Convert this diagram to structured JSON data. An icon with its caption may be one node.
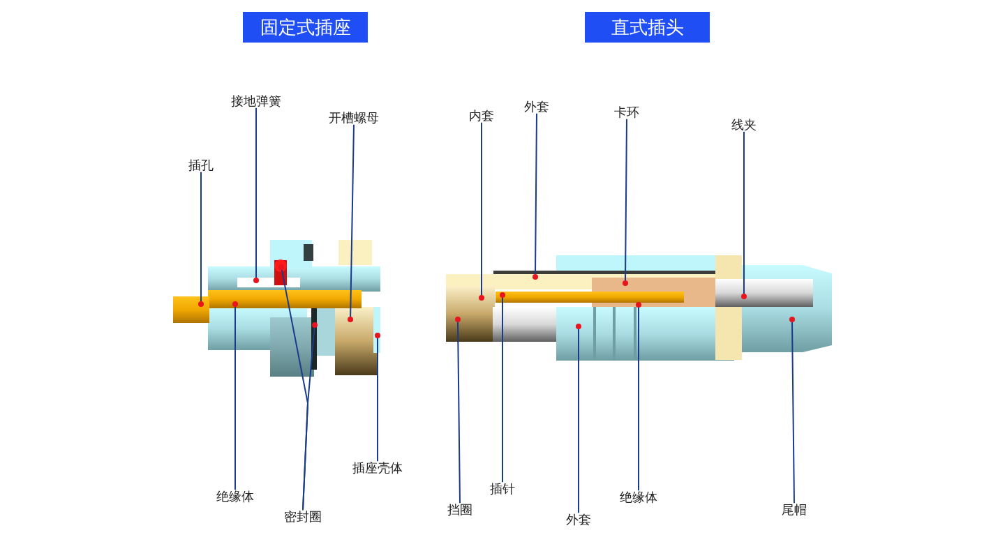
{
  "diagram": {
    "nodes": [
      {
        "text": [
          "固定式插座"
        ]
      },
      {
        "text": [
          "直式插头"
        ]
      },
      {
        "text": [
          "插孔"
        ]
      },
      {
        "text": [],
        "shape": "circle"
      },
      {
        "text": [
          "接地弹簧"
        ]
      },
      {
        "text": [],
        "shape": "circle"
      },
      {
        "text": [
          "开槽螺母"
        ]
      },
      {
        "text": [],
        "shape": "circle"
      },
      {
        "text": [
          "绝缘体"
        ]
      },
      {
        "text": [],
        "shape": "circle"
      },
      {
        "text": [
          "密封圈"
        ]
      },
      {
        "text": [],
        "shape": "circle"
      },
      {
        "text": [],
        "shape": "circle"
      },
      {
        "text": [
          "插座壳体"
        ]
      },
      {
        "text": [],
        "shape": "circle"
      },
      {
        "text": [
          "内套"
        ]
      },
      {
        "text": [],
        "shape": "circle"
      },
      {
        "text": [
          "外套"
        ]
      },
      {
        "text": [],
        "shape": "circle"
      },
      {
        "text": [
          "卡环"
        ]
      },
      {
        "text": [],
        "shape": "circle"
      },
      {
        "text": [
          "线夹"
        ]
      },
      {
        "text": [],
        "shape": "circle"
      },
      {
        "text": [
          "挡圈"
        ]
      },
      {
        "text": [],
        "shape": "circle"
      },
      {
        "text": [
          "插针"
        ]
      },
      {
        "text": [],
        "shape": "circle"
      },
      {
        "text": [
          "外套"
        ]
      },
      {
        "text": [],
        "shape": "circle"
      },
      {
        "text": [
          "绝缘体"
        ]
      },
      {
        "text": [],
        "shape": "circle"
      },
      {
        "text": [
          "尾帽"
        ]
      },
      {
        "text": [],
        "shape": "circle"
      }
    ],
    "edges": [
      {
        "from": 2,
        "to": 3,
        "arrow": "none"
      },
      {
        "from": 4,
        "to": 5,
        "arrow": "none"
      },
      {
        "from": 6,
        "to": 7,
        "arrow": "none"
      },
      {
        "from": 8,
        "to": 9,
        "arrow": "none"
      },
      {
        "from": 10,
        "to": 11,
        "arrow": "none"
      },
      {
        "from": 10,
        "to": 12,
        "arrow": "none"
      },
      {
        "from": 13,
        "to": 14,
        "arrow": "none"
      },
      {
        "from": 15,
        "to": 16,
        "arrow": "none"
      },
      {
        "from": 17,
        "to": 18,
        "arrow": "none"
      },
      {
        "from": 19,
        "to": 20,
        "arrow": "none"
      },
      {
        "from": 21,
        "to": 22,
        "arrow": "none"
      },
      {
        "from": 23,
        "to": 24,
        "arrow": "none"
      },
      {
        "from": 25,
        "to": 26,
        "arrow": "none"
      },
      {
        "from": 27,
        "to": 28,
        "arrow": "none"
      },
      {
        "from": 29,
        "to": 30,
        "arrow": "none"
      },
      {
        "from": 31,
        "to": 32,
        "arrow": "none"
      }
    ]
  }
}
